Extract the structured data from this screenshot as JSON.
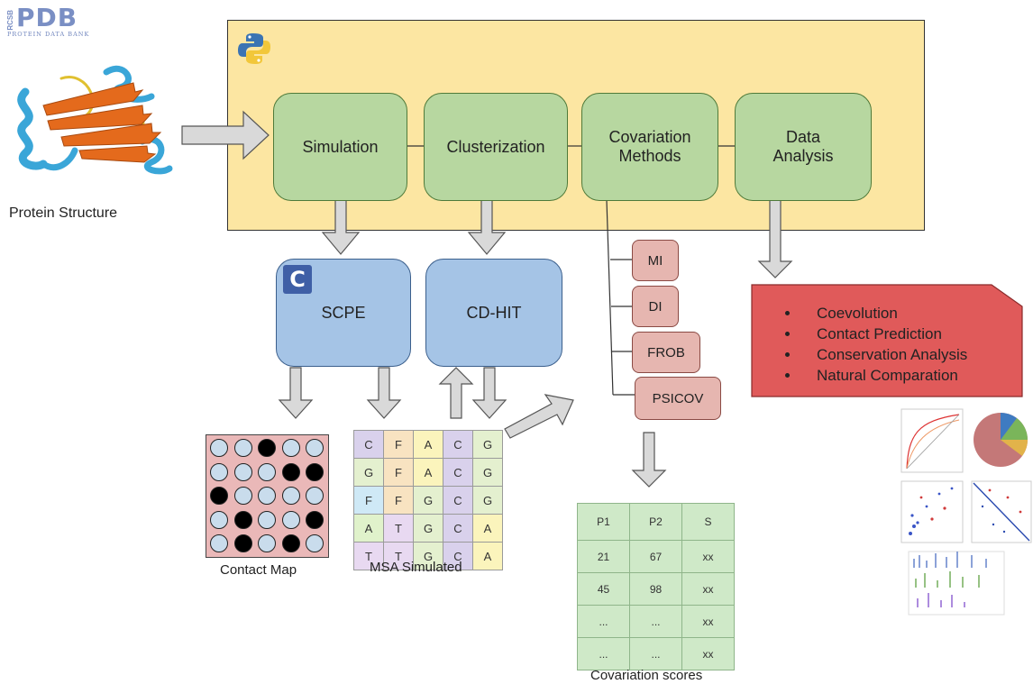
{
  "logo": {
    "brand": "PDB",
    "subtitle": "PROTEIN DATA BANK",
    "prefix": "RCSB"
  },
  "input": {
    "label": "Protein Structure"
  },
  "pipeline": {
    "stages": [
      {
        "id": "simulation",
        "label": "Simulation"
      },
      {
        "id": "clusterization",
        "label": "Clusterization"
      },
      {
        "id": "covariation",
        "label": "Covariation\nMethods"
      },
      {
        "id": "analysis",
        "label": "Data\nAnalysis"
      }
    ]
  },
  "tools": {
    "scpe": "SCPE",
    "cdhit": "CD-HIT",
    "c_badge": "C"
  },
  "methods": [
    "MI",
    "DI",
    "FROB",
    "PSICOV"
  ],
  "results": [
    "Coevolution",
    "Contact Prediction",
    "Conservation Analysis",
    "Natural Comparation"
  ],
  "contact_map": {
    "label": "Contact Map",
    "grid": [
      [
        0,
        0,
        1,
        0,
        0
      ],
      [
        0,
        0,
        0,
        1,
        1
      ],
      [
        1,
        0,
        0,
        0,
        0
      ],
      [
        0,
        1,
        0,
        0,
        1
      ],
      [
        0,
        1,
        0,
        1,
        0
      ]
    ]
  },
  "msa": {
    "label": "MSA Simulated",
    "rows": [
      [
        "C",
        "F",
        "A",
        "C",
        "G"
      ],
      [
        "G",
        "F",
        "A",
        "C",
        "G"
      ],
      [
        "F",
        "F",
        "G",
        "C",
        "G"
      ],
      [
        "A",
        "T",
        "G",
        "C",
        "A"
      ],
      [
        "T",
        "T",
        "G",
        "C",
        "A"
      ]
    ],
    "colors": {
      "C": "#d8d0ea",
      "F": "#f6e0bc",
      "A": "#fbf3bb",
      "G": "#dfeec8",
      "T": "#e6d7ef",
      "F_row3": "#cfe9f4",
      "A_row4": "#dff1c9"
    }
  },
  "covariation": {
    "label": "Covariation scores",
    "header": [
      "P1",
      "P2",
      "S"
    ],
    "rows": [
      [
        "21",
        "67",
        "xx"
      ],
      [
        "45",
        "98",
        "xx"
      ],
      [
        "...",
        "...",
        "xx"
      ],
      [
        "...",
        "...",
        "xx"
      ]
    ]
  },
  "colors": {
    "python_box": "#fce6a2",
    "stage": "#b7d7a0",
    "tool": "#a5c4e6",
    "method": "#e6b6b0",
    "results": "#e05a5a",
    "arrow_fill": "#d9d9d9",
    "contact_bg": "#eab8b8",
    "dot_empty": "#c9dcec",
    "dot_full": "#000000"
  }
}
